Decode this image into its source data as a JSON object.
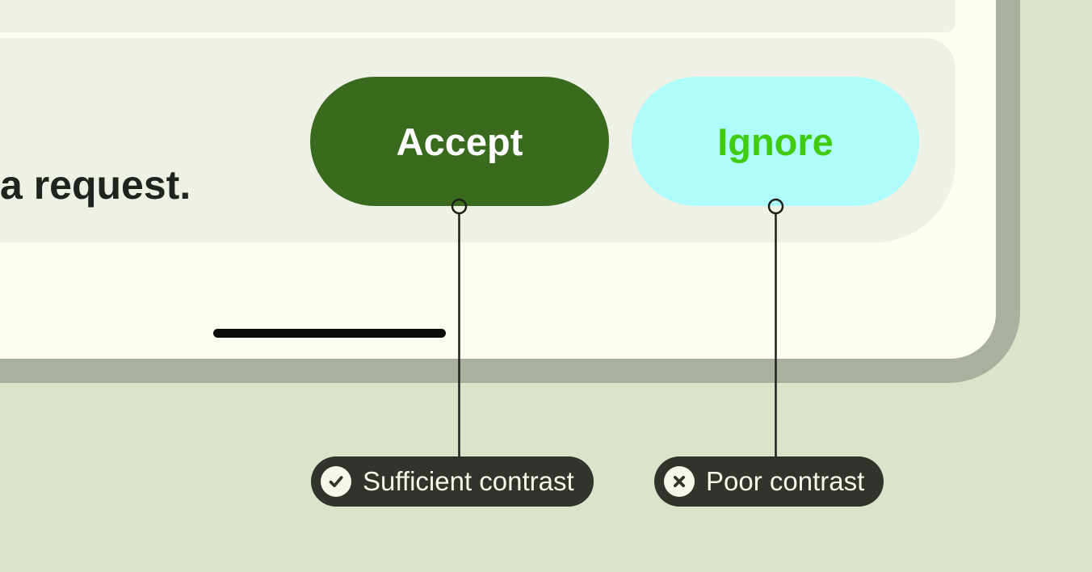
{
  "phone": {
    "snippet_text": "a request.",
    "accept_button": {
      "label": "Accept"
    },
    "ignore_button": {
      "label": "Ignore"
    }
  },
  "callouts": {
    "sufficient": {
      "icon": "check-icon",
      "label": "Sufficient contrast"
    },
    "poor": {
      "icon": "x-icon",
      "label": "Poor contrast"
    }
  },
  "colors": {
    "page_background": "#d9e4c8",
    "device_frame": "#a9b09e",
    "device_screen": "#fdfdf1",
    "card": "#eef1e6",
    "snippet_text": "#20241e",
    "accept_bg": "#3a6a1e",
    "accept_text": "#ffffff",
    "ignore_bg": "#aefcfb",
    "ignore_text": "#40cb10",
    "callout_bg": "#30342c",
    "callout_fg": "#f7f6ea",
    "leader_line": "#1c1f1a",
    "home_bar": "#0c0d0b"
  }
}
